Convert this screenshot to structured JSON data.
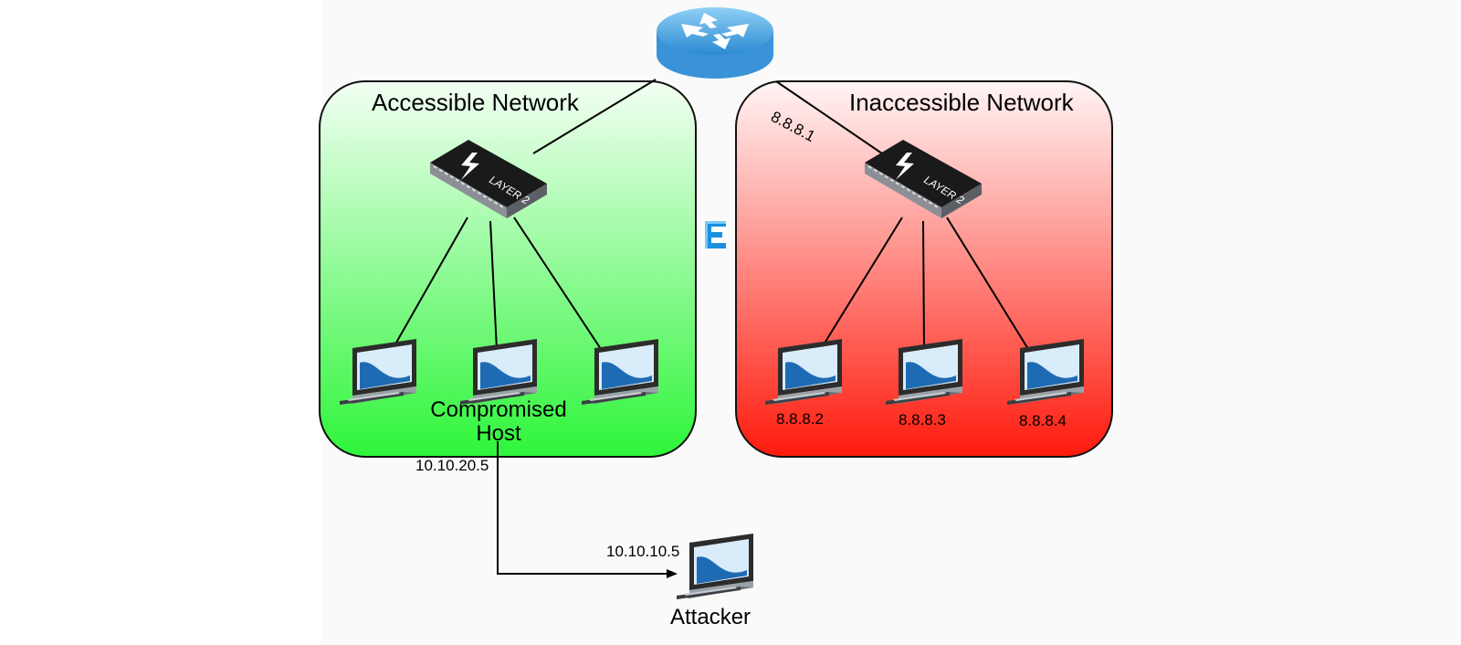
{
  "networks": {
    "accessible": {
      "title": "Accessible  Network",
      "color_top": "#f3fff3",
      "color_bottom": "#2ef53a"
    },
    "inaccessible": {
      "title": "Inaccessible Network",
      "color_top": "#fff5f5",
      "color_bottom": "#ff1a0d"
    }
  },
  "router": {
    "icon": "router-icon",
    "uplink_ip": "8.8.8.1"
  },
  "switch": {
    "icon": "layer2-switch-icon",
    "text": "LAYER 2"
  },
  "accessible_hosts": [
    {
      "name": "host-1"
    },
    {
      "name": "compromised-host",
      "label_line1": "Compromised",
      "label_line2": "Host",
      "ip": "10.10.20.5"
    },
    {
      "name": "host-3"
    }
  ],
  "inaccessible_hosts": [
    {
      "ip": "8.8.8.2"
    },
    {
      "ip": "8.8.8.3"
    },
    {
      "ip": "8.8.8.4"
    }
  ],
  "attacker": {
    "label": "Attacker",
    "ip": "10.10.10.5"
  },
  "separator_icon": "blue-bracket-icon"
}
